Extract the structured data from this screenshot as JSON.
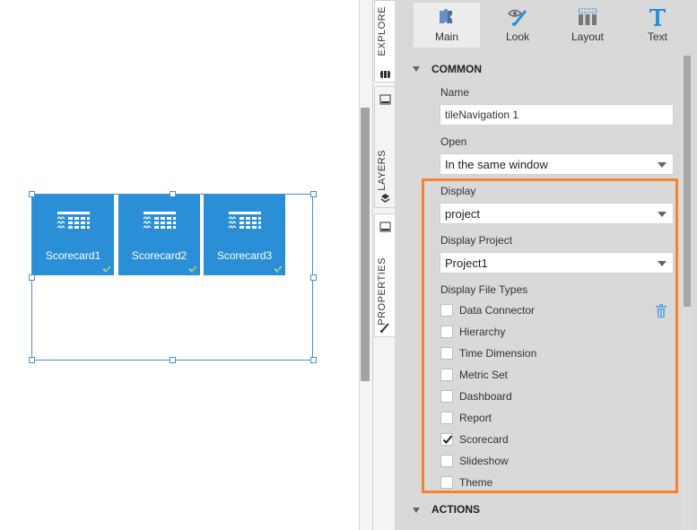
{
  "tile_navigation": {
    "tiles": [
      {
        "label": "Scorecard1",
        "icon": "scorecard-icon"
      },
      {
        "label": "Scorecard2",
        "icon": "scorecard-icon"
      },
      {
        "label": "Scorecard3",
        "icon": "scorecard-icon"
      }
    ]
  },
  "side_tabs": {
    "explore": "EXPLORE",
    "layers": "LAYERS",
    "properties": "PROPERTIES"
  },
  "toolbar": {
    "main": "Main",
    "look": "Look",
    "layout": "Layout",
    "text": "Text"
  },
  "properties": {
    "common_section": "COMMON",
    "name_label": "Name",
    "name_value": "tileNavigation 1",
    "open_label": "Open",
    "open_value": "In the same window",
    "display_label": "Display",
    "display_value": "project",
    "display_project_label": "Display Project",
    "display_project_value": "Project1",
    "display_file_types_label": "Display File Types",
    "file_types": [
      {
        "label": "Data Connector",
        "checked": false
      },
      {
        "label": "Hierarchy",
        "checked": false
      },
      {
        "label": "Time Dimension",
        "checked": false
      },
      {
        "label": "Metric Set",
        "checked": false
      },
      {
        "label": "Dashboard",
        "checked": false
      },
      {
        "label": "Report",
        "checked": false
      },
      {
        "label": "Scorecard",
        "checked": true
      },
      {
        "label": "Slideshow",
        "checked": false
      },
      {
        "label": "Theme",
        "checked": false
      }
    ],
    "actions_section": "ACTIONS"
  },
  "colors": {
    "tile_blue": "#2a8fd6",
    "highlight_orange": "#f5822d",
    "panel_gray": "#d9d9d9",
    "selection_blue": "#4d8fd1"
  }
}
